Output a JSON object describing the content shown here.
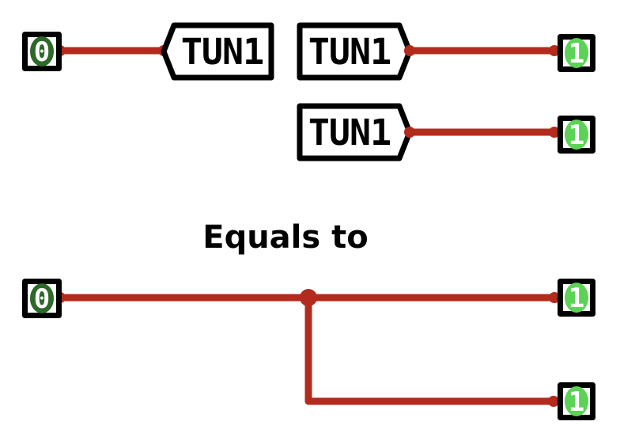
{
  "title": "Equals to",
  "colors": {
    "background": "#ffffff",
    "wire": "#b22b1d",
    "component_stroke": "#000000",
    "label_text": "#000000",
    "input_fill": "#2d6928",
    "output_fill": "#5cd257",
    "pin_value_text": "#ffffff"
  },
  "top_circuit": {
    "input_pin": {
      "value": "0"
    },
    "entry_tunnel": {
      "label": "TUN1"
    },
    "exit_tunnel_1": {
      "label": "TUN1"
    },
    "exit_tunnel_2": {
      "label": "TUN1"
    },
    "output_pin_1": {
      "value": "1"
    },
    "output_pin_2": {
      "value": "1"
    }
  },
  "bottom_circuit": {
    "input_pin": {
      "value": "0"
    },
    "output_pin_1": {
      "value": "1"
    },
    "output_pin_2": {
      "value": "1"
    }
  }
}
